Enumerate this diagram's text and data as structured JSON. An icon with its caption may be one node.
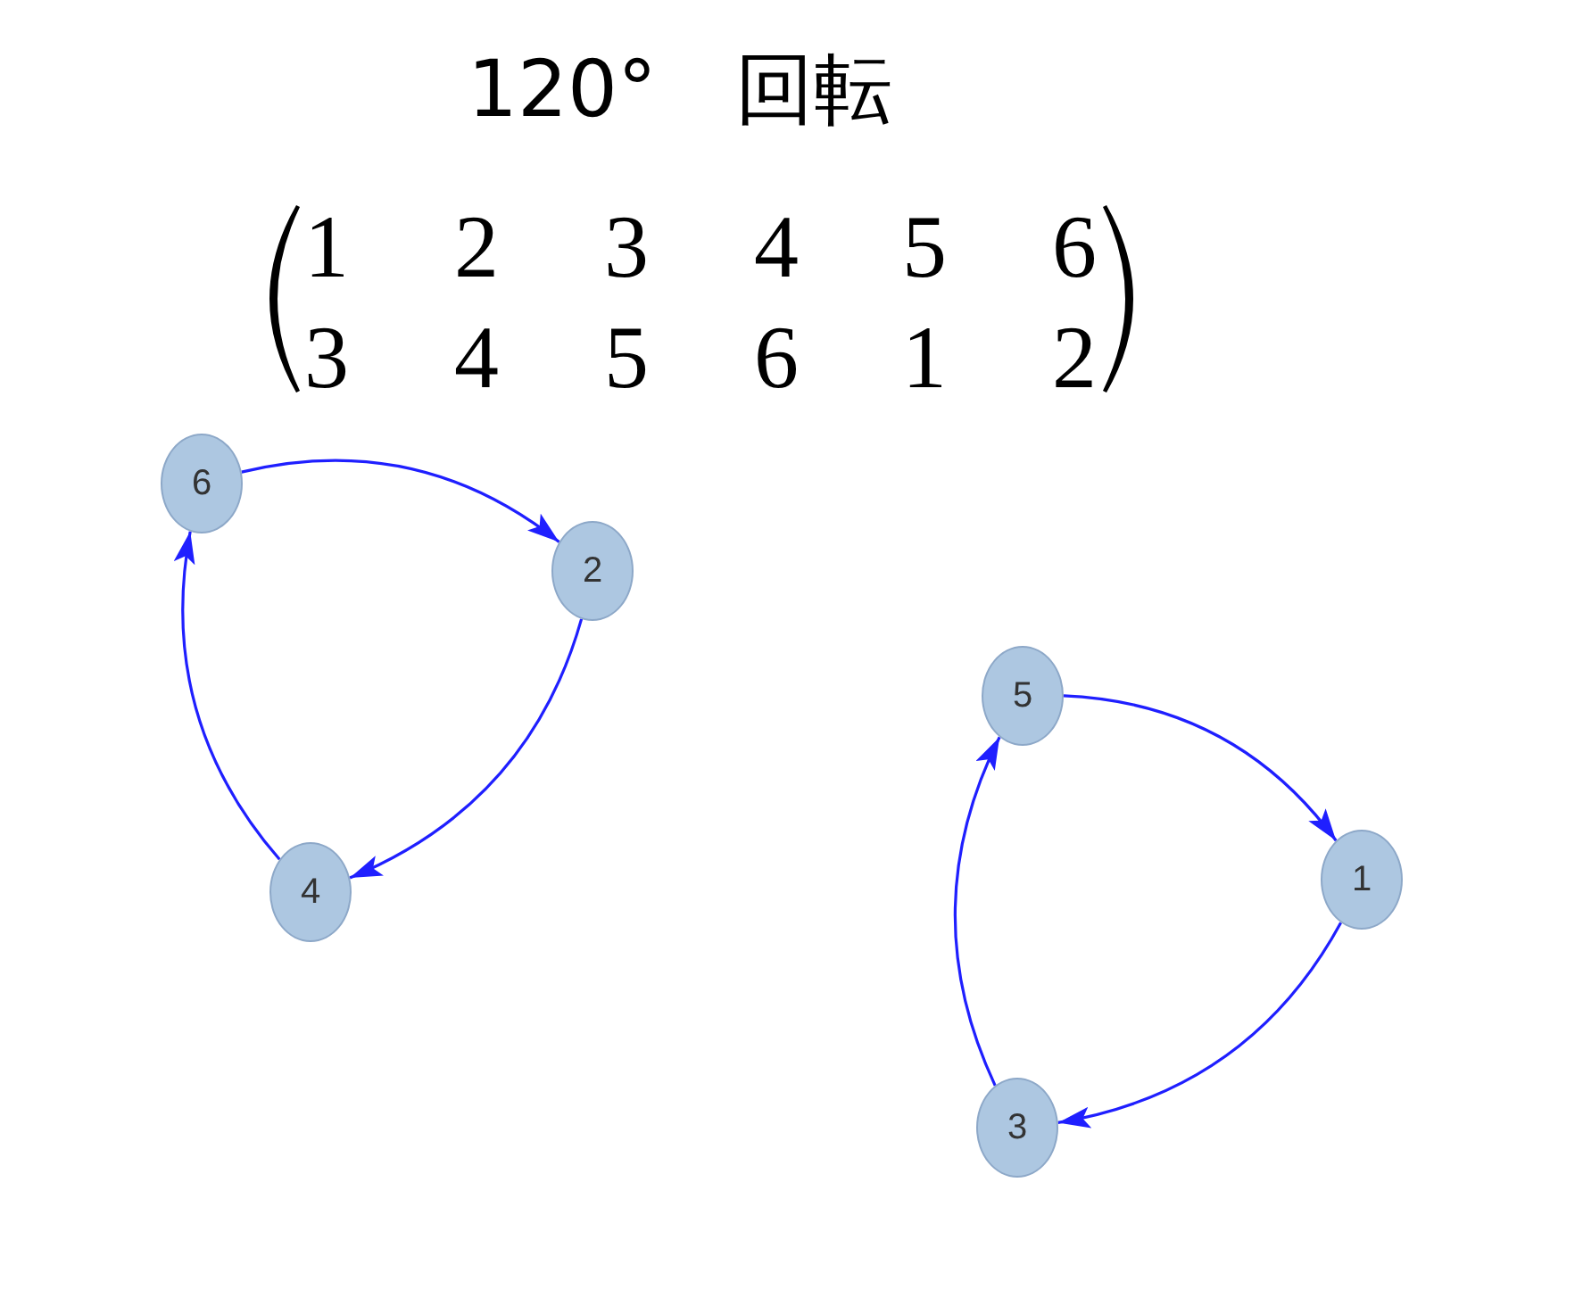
{
  "diagram": {
    "title": "120°　回転",
    "nodes": [
      {
        "text": [
          "6"
        ]
      },
      {
        "text": [
          "2"
        ]
      },
      {
        "text": [
          "4"
        ]
      },
      {
        "text": [
          "5"
        ]
      },
      {
        "text": [
          "1"
        ]
      },
      {
        "text": [
          "3"
        ]
      }
    ],
    "edges": [
      {
        "from": 0,
        "to": 1,
        "arrow": "to"
      },
      {
        "from": 1,
        "to": 2,
        "arrow": "to"
      },
      {
        "from": 2,
        "to": 0,
        "arrow": "to"
      },
      {
        "from": 3,
        "to": 4,
        "arrow": "to"
      },
      {
        "from": 4,
        "to": 5,
        "arrow": "to"
      },
      {
        "from": 5,
        "to": 3,
        "arrow": "to"
      }
    ],
    "labels": [
      "1",
      "2",
      "3",
      "4",
      "5",
      "6",
      "3",
      "4",
      "5",
      "6",
      "1",
      "2"
    ]
  }
}
